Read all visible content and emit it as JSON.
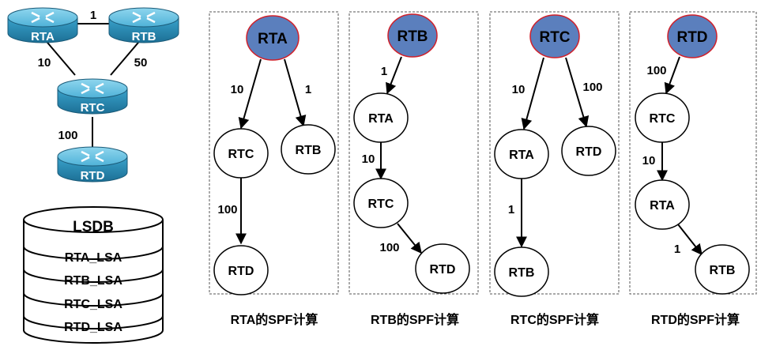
{
  "topology": {
    "routers": [
      {
        "id": "rta",
        "label": "RTA"
      },
      {
        "id": "rtb",
        "label": "RTB"
      },
      {
        "id": "rtc",
        "label": "RTC"
      },
      {
        "id": "rtd",
        "label": "RTD"
      }
    ],
    "links": [
      {
        "id": "ab",
        "cost": "1"
      },
      {
        "id": "ac",
        "cost": "10"
      },
      {
        "id": "bc",
        "cost": "50"
      },
      {
        "id": "cd",
        "cost": "100"
      }
    ]
  },
  "lsdb": {
    "title": "LSDB",
    "entries": [
      "RTA_LSA",
      "RTB_LSA",
      "RTC_LSA",
      "RTD_LSA"
    ]
  },
  "spf_trees": [
    {
      "root": "RTA",
      "caption": "RTA的SPF计算",
      "nodes": [
        "RTC",
        "RTB",
        "RTD"
      ],
      "edges": [
        "10",
        "1",
        "100"
      ]
    },
    {
      "root": "RTB",
      "caption": "RTB的SPF计算",
      "nodes": [
        "RTA",
        "RTC",
        "RTD"
      ],
      "edges": [
        "1",
        "10",
        "100"
      ]
    },
    {
      "root": "RTC",
      "caption": "RTC的SPF计算",
      "nodes": [
        "RTA",
        "RTD",
        "RTB"
      ],
      "edges": [
        "10",
        "100",
        "1"
      ]
    },
    {
      "root": "RTD",
      "caption": "RTD的SPF计算",
      "nodes": [
        "RTC",
        "RTA",
        "RTB"
      ],
      "edges": [
        "100",
        "10",
        "1"
      ]
    }
  ],
  "colors": {
    "root_fill": "#5b7fbd",
    "root_stroke": "#d0202a",
    "router_body": "#2a8fb8",
    "router_top": "#6cc3e0"
  }
}
